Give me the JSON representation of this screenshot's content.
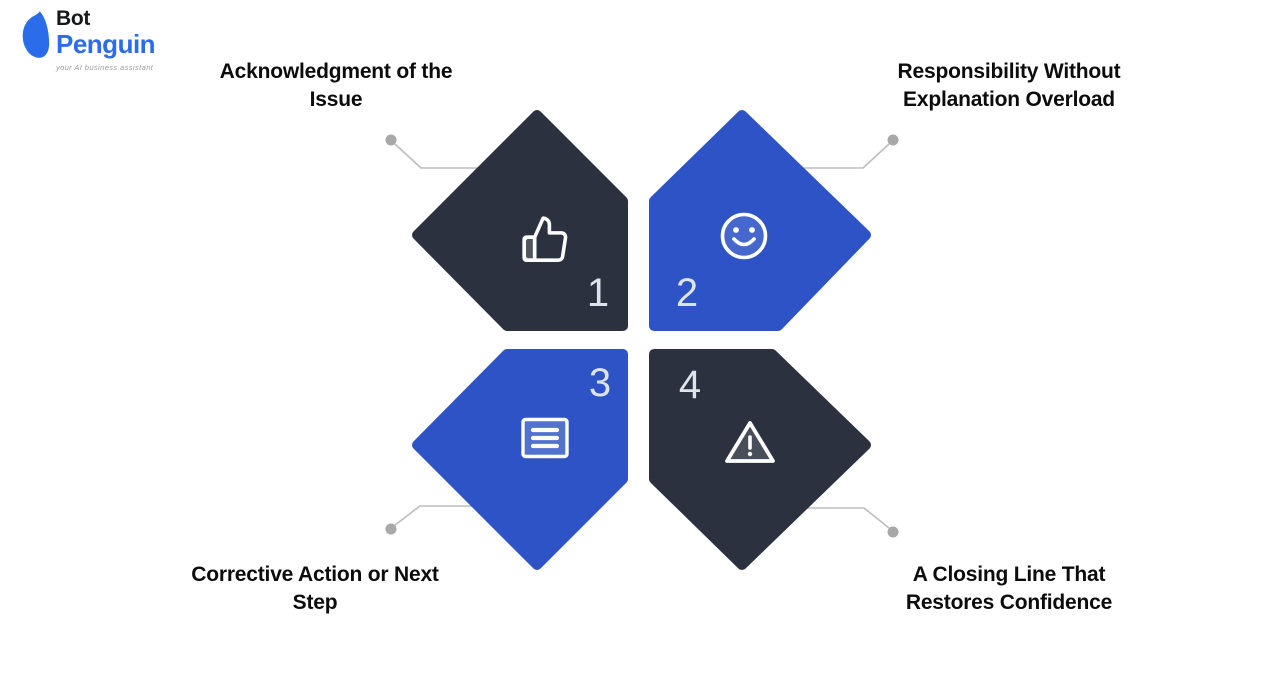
{
  "logo": {
    "bot": "Bot",
    "penguin": "Penguin",
    "tagline": "your AI business assistant",
    "icon": "penguin-icon"
  },
  "steps": [
    {
      "number": "1",
      "label": "Acknowledgment of the Issue",
      "lines": [
        "Acknowledgment of the",
        "Issue"
      ],
      "icon": "thumbs-up-icon",
      "shape_color": "#2b313f"
    },
    {
      "number": "2",
      "label": "Responsibility Without Explanation Overload",
      "lines": [
        "Responsibility Without",
        "Explanation Overload"
      ],
      "icon": "smiley-face-icon",
      "shape_color": "#2d53c6"
    },
    {
      "number": "3",
      "label": "Corrective Action or Next Step",
      "lines": [
        "Corrective Action or Next",
        "Step"
      ],
      "icon": "list-lines-icon",
      "shape_color": "#2d53c6"
    },
    {
      "number": "4",
      "label": "A Closing Line That Restores Confidence",
      "lines": [
        "A Closing Line That",
        "Restores Confidence"
      ],
      "icon": "warning-triangle-icon",
      "shape_color": "#2b313f"
    }
  ],
  "colors": {
    "background": "#ffffff",
    "dark_shape": "#2b313f",
    "blue_shape": "#2d53c6",
    "label_text": "#0c0c0d",
    "number_text": "#dfe3ec",
    "icon_stroke": "#ffffff",
    "connector_line": "#bdbdbd",
    "connector_dot": "#a8a8a8",
    "logo_blue": "#2b6cea",
    "logo_dark": "#17181a",
    "tagline_gray": "#9b9b9b"
  }
}
